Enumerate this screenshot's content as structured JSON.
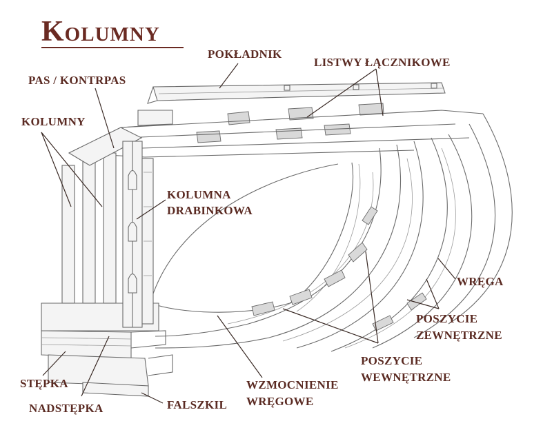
{
  "title": "Kolumny",
  "labels": {
    "poklÁdnik": "POKŁADNIK",
    "listwy": "LISTWY ŁĄCZNIKOWE",
    "pas": "PAS / KONTRPAS",
    "kolumny": "KOLUMNY",
    "kolumna_line1": "KOLUMNA",
    "kolumna_line2": "DRABINKOWA",
    "wrega": "WRĘGA",
    "poszycie_zew_line1": "POSZYCIE",
    "poszycie_zew_line2": "ZEWNĘTRZNE",
    "poszycie_wew_line1": "POSZYCIE",
    "poszycie_wew_line2": "WEWNĘTRZNE",
    "wzmocnienie_line1": "WZMOCNIENIE",
    "wzmocnienie_line2": "WRĘGOWE",
    "stepka": "STĘPKA",
    "nadstepka": "NADSTĘPKA",
    "falszkil": "FALSZKIL"
  },
  "colors": {
    "label": "#5a2a22",
    "title": "#6a2a22",
    "sketch": "#6a6a6a"
  }
}
